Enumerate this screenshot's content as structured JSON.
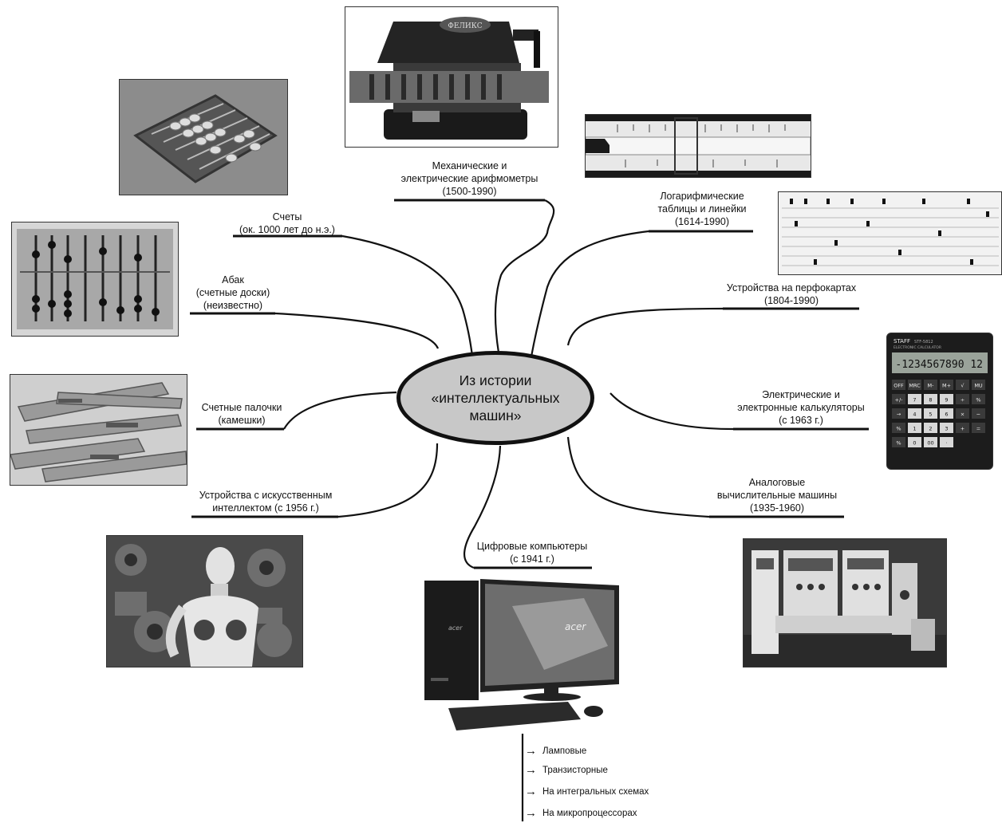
{
  "center": {
    "label": "Из истории\n«интеллектуальных\nмашин»"
  },
  "branches": {
    "mechanical": "Механические и\nэлектрические арифмометры\n(1500-1990)",
    "abacus_counts": "Счеты\n(ок. 1000 лет до н.э.)",
    "abak": "Абак\n(счетные доски)\n(неизвестно)",
    "sticks": "Счетные палочки\n(камешки)",
    "ai": "Устройства с искусственным\nинтеллектом (с 1956 г.)",
    "digital": "Цифровые компьютеры\n(с 1941 г.)",
    "log_tables": "Логарифмические\nтаблицы и линейки\n(1614-1990)",
    "punch_cards": "Устройства на перфокартах\n(1804-1990)",
    "calculators": "Электрические и\nэлектронные калькуляторы\n(с 1963 г.)",
    "analog": "Аналоговые\nвычислительные машины\n(1935-1960)"
  },
  "computer_types": [
    "Ламповые",
    "Транзисторные",
    "На интегральных схемах",
    "На микропроцессорах"
  ],
  "pictures": {
    "calculator": {
      "brand": "STAFF",
      "model": "STF-5812",
      "caption": "ELECTRONIC CALCULATOR",
      "display": "-1234567890 12",
      "keys": [
        "OFF",
        "MRC",
        "M-",
        "M+",
        "√",
        "MU",
        "+/-",
        "7",
        "8",
        "9",
        "÷",
        "%",
        "→",
        "4",
        "5",
        "6",
        "×",
        "−",
        "%",
        "1",
        "2",
        "3",
        "+",
        "=",
        "%",
        "0",
        "00",
        "·"
      ]
    },
    "monitor_logo": "acer",
    "tower_logo": "acer",
    "arithmometer_label": "ФЕЛИКС"
  },
  "colors": {
    "center_fill": "#c8c8c8",
    "line": "#111111"
  }
}
